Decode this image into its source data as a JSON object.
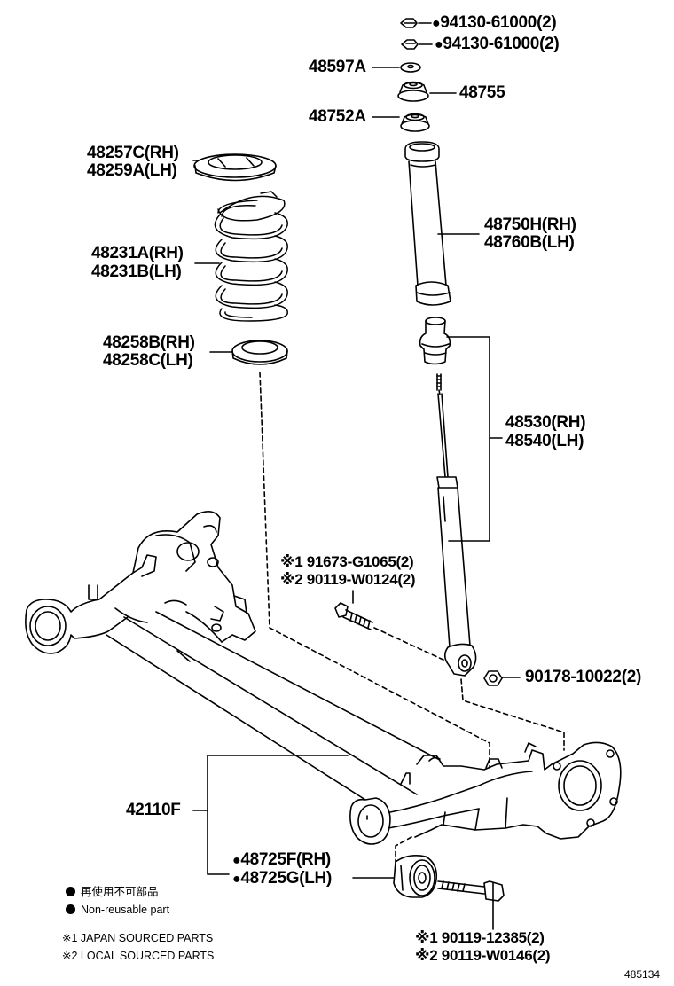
{
  "labels": {
    "nut_1": "94130-61000(2)",
    "nut_2": "94130-61000(2)",
    "washer": "48597A",
    "support": "48755",
    "insulator_upper": "48752A",
    "spring_seat_upper_rh": "48257C(RH)",
    "spring_seat_upper_lh": "48259A(LH)",
    "boot_rh": "48750H(RH)",
    "boot_lh": "48760B(LH)",
    "spring_rh": "48231A(RH)",
    "spring_lh": "48231B(LH)",
    "insulator_lower_rh": "48258B(RH)",
    "insulator_lower_lh": "48258C(LH)",
    "absorber_rh": "48530(RH)",
    "absorber_lh": "48540(LH)",
    "bolt_1": "※1 91673-G1065(2)",
    "bolt_2": "※2 90119-W0124(2)",
    "nut_3": "90178-10022(2)",
    "beam": "42110F",
    "bush_rh": "48725F(RH)",
    "bush_lh": "48725G(LH)",
    "bolt_3": "※1 90119-12385(2)",
    "bolt_4": "※2 90119-W0146(2)"
  },
  "legend": {
    "non_reusable_jp": "再使用不可部品",
    "non_reusable_en": "Non-reusable part",
    "note_1": "※1 JAPAN SOURCED PARTS",
    "note_2": "※2 LOCAL SOURCED PARTS"
  },
  "diagram_id": "485134",
  "non_reusable_marker": "●"
}
